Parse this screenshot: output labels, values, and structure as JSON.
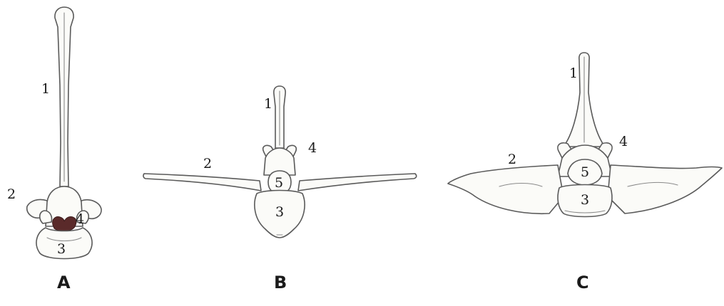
{
  "figures": [
    {
      "id": "A",
      "panel_label": "A",
      "labels": {
        "spinous": "1",
        "transverse": "2",
        "body": "3",
        "articular": "4"
      },
      "colors": {
        "canal": "#5a2a2a"
      }
    },
    {
      "id": "B",
      "panel_label": "B",
      "labels": {
        "spinous": "1",
        "transverse": "2",
        "body": "3",
        "articular": "4",
        "canal": "5"
      }
    },
    {
      "id": "C",
      "panel_label": "C",
      "labels": {
        "spinous": "1",
        "transverse": "2",
        "body": "3",
        "articular": "4",
        "canal": "5"
      }
    }
  ],
  "colors": {
    "line": "#5a5a5a",
    "fill": "#fbfbf8",
    "text": "#1a1a1a"
  }
}
